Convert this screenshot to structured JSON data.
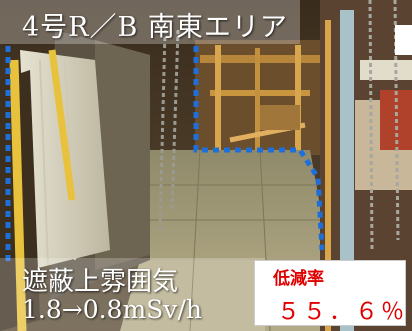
{
  "photo": {
    "title": "4号R／B 南東エリア",
    "caption_line1": "遮蔽上雰囲気",
    "caption_line2": "1.8→0.8mSv/h",
    "reduction_label": "低減率",
    "reduction_value": "５５．６％",
    "colors": {
      "highlight_dots": "#1e6fd9",
      "reduction_text": "#e00000"
    }
  }
}
